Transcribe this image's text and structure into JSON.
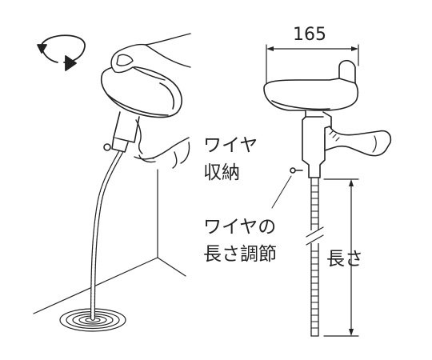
{
  "dimensions": {
    "width_value": "165",
    "length_label": "長さ"
  },
  "callouts": {
    "wire_storage": [
      "ワイヤ",
      "収納"
    ],
    "wire_length_adjust": [
      "ワイヤの",
      "長さ調節"
    ]
  },
  "icons": {
    "rotation": "rotate-arrow-icon"
  },
  "colors": {
    "line": "#222222",
    "background": "#ffffff"
  }
}
